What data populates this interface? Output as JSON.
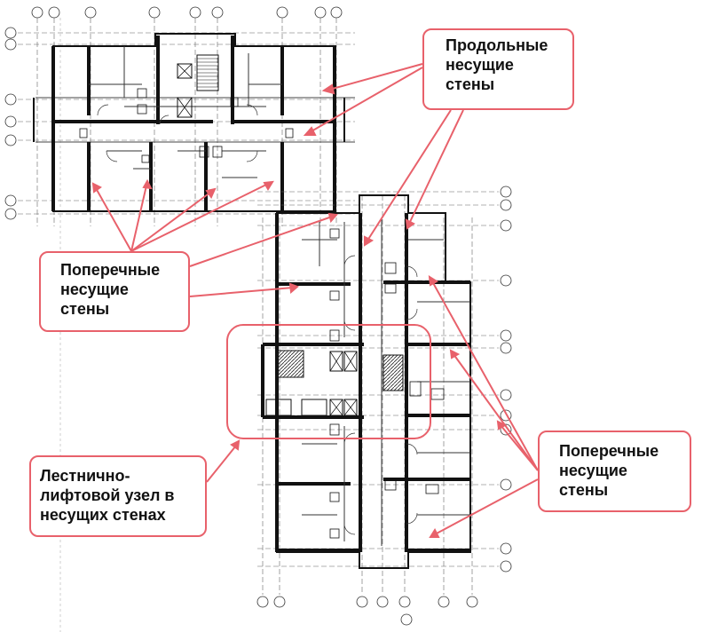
{
  "callouts": {
    "longitudinal": "Продольные\nнесущие\nстены",
    "transverse_left": "Поперечные\nнесущие\nстены",
    "stair_node": "Лестнично-\nлифтовой узел в\nнесущих стенах",
    "transverse_right": "Поперечные\nнесущие\nстены"
  },
  "colors": {
    "accent": "#e8616b",
    "wall": "#111111",
    "thin_line": "#555555"
  }
}
